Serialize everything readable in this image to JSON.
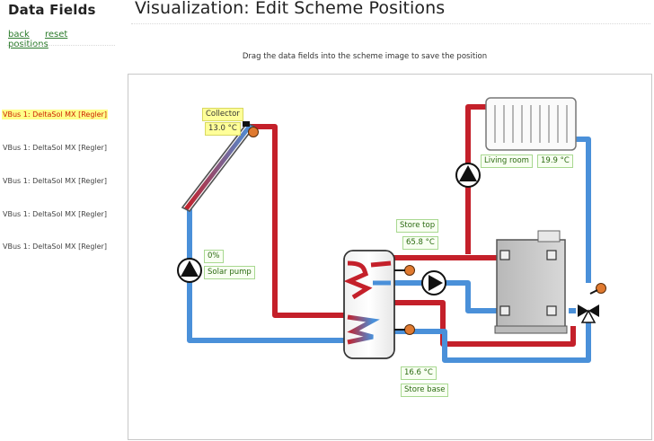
{
  "sidebar": {
    "title": "Data Fields",
    "links": {
      "back": "back",
      "reset": "reset positions"
    },
    "fields": [
      "VBus 1: DeltaSol MX [Regler]",
      "VBus 1: DeltaSol MX [Regler]",
      "VBus 1: DeltaSol MX [Regler]",
      "VBus 1: DeltaSol MX [Regler]",
      "VBus 1: DeltaSol MX [Regler]"
    ]
  },
  "main": {
    "title": "Visualization: Edit Scheme Positions",
    "hint": "Drag the data fields into the scheme image to save the position"
  },
  "labels": {
    "collector_name": "Collector",
    "collector_temp": "13.0 °C",
    "pump_pct": "0%",
    "pump_name": "Solar pump",
    "living_name": "Living room",
    "living_temp": "19.9 °C",
    "store_top_name": "Store top",
    "store_top_temp": "65.8 °C",
    "store_base_temp": "16.6 °C",
    "store_base_name": "Store base"
  },
  "colors": {
    "hot": "#c4202a",
    "cold": "#4a90d9",
    "sensor": "#e07a30",
    "label_green": "#2b6a10"
  }
}
